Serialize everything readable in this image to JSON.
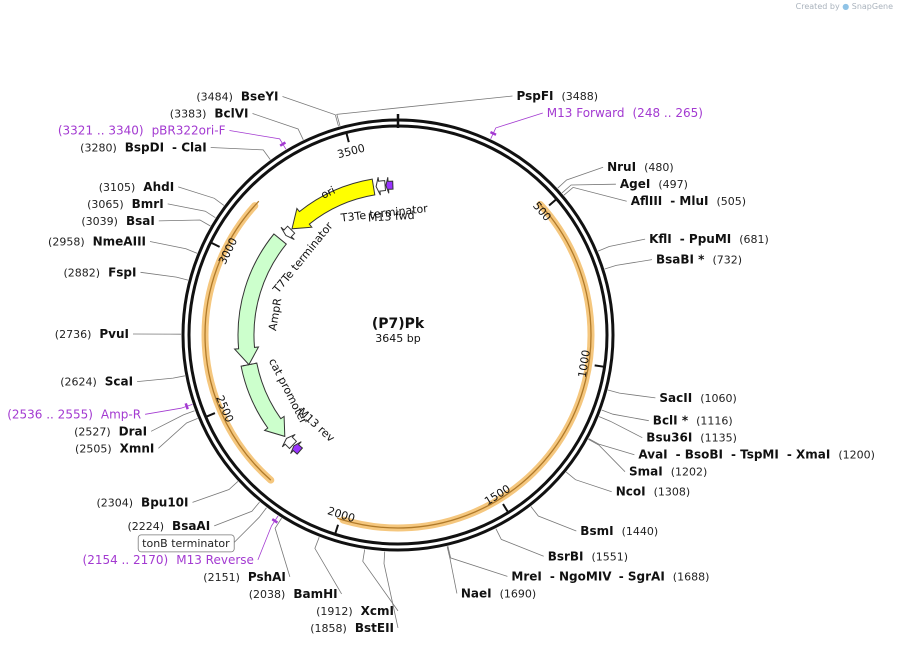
{
  "credit": {
    "prefix": "Created by",
    "brand": "SnapGene"
  },
  "plasmid": {
    "name": "(P7)Pk",
    "length": 3645,
    "size_label": "3645 bp"
  },
  "ticks": [
    {
      "pos": 500,
      "label": "500"
    },
    {
      "pos": 1000,
      "label": "1000"
    },
    {
      "pos": 1500,
      "label": "1500"
    },
    {
      "pos": 2000,
      "label": "2000"
    },
    {
      "pos": 2500,
      "label": "2500"
    },
    {
      "pos": 3000,
      "label": "3000"
    },
    {
      "pos": 3500,
      "label": "3500"
    }
  ],
  "enzymes": [
    {
      "pos": 3484,
      "side": "L",
      "parts": [
        {
          "t": "(3484)",
          "c": "en-pos"
        },
        {
          "t": "BseYI",
          "c": "en-name"
        }
      ]
    },
    {
      "pos": 3488,
      "side": "R",
      "parts": [
        {
          "t": "PspFI",
          "c": "en-name"
        },
        {
          "t": "(3488)",
          "c": "en-pos"
        }
      ]
    },
    {
      "pos": 3383,
      "side": "L",
      "parts": [
        {
          "t": "(3383)",
          "c": "en-pos"
        },
        {
          "t": "BclVI",
          "c": "en-name"
        }
      ]
    },
    {
      "pos": 3280,
      "side": "L",
      "parts": [
        {
          "t": "(3280)",
          "c": "en-pos"
        },
        {
          "t": "BspDI",
          "c": "en-name"
        },
        {
          "t": "- ClaI",
          "c": "en-name"
        }
      ]
    },
    {
      "pos": 480,
      "side": "R",
      "parts": [
        {
          "t": "NruI",
          "c": "en-name"
        },
        {
          "t": "(480)",
          "c": "en-pos"
        }
      ]
    },
    {
      "pos": 497,
      "side": "R",
      "parts": [
        {
          "t": "AgeI",
          "c": "en-name"
        },
        {
          "t": "(497)",
          "c": "en-pos"
        }
      ]
    },
    {
      "pos": 505,
      "side": "R",
      "parts": [
        {
          "t": "AflIII",
          "c": "en-name"
        },
        {
          "t": "- MluI",
          "c": "en-name"
        },
        {
          "t": "(505)",
          "c": "en-pos"
        }
      ]
    },
    {
      "pos": 681,
      "side": "R",
      "parts": [
        {
          "t": "KflI",
          "c": "en-name"
        },
        {
          "t": "- PpuMI",
          "c": "en-name"
        },
        {
          "t": "(681)",
          "c": "en-pos"
        }
      ]
    },
    {
      "pos": 732,
      "side": "R",
      "parts": [
        {
          "t": "BsaBI *",
          "c": "en-name"
        },
        {
          "t": "(732)",
          "c": "en-pos"
        }
      ]
    },
    {
      "pos": 1060,
      "side": "R",
      "parts": [
        {
          "t": "SacII",
          "c": "en-name"
        },
        {
          "t": "(1060)",
          "c": "en-pos"
        }
      ]
    },
    {
      "pos": 1116,
      "side": "R",
      "parts": [
        {
          "t": "BclI *",
          "c": "en-name"
        },
        {
          "t": "(1116)",
          "c": "en-pos"
        }
      ]
    },
    {
      "pos": 1135,
      "side": "R",
      "parts": [
        {
          "t": "Bsu36I",
          "c": "en-name"
        },
        {
          "t": "(1135)",
          "c": "en-pos"
        }
      ]
    },
    {
      "pos": 1200,
      "side": "R",
      "parts": [
        {
          "t": "AvaI",
          "c": "en-name"
        },
        {
          "t": "- BsoBI",
          "c": "en-name"
        },
        {
          "t": "- TspMI",
          "c": "en-name"
        },
        {
          "t": "- XmaI",
          "c": "en-name"
        },
        {
          "t": "(1200)",
          "c": "en-pos"
        }
      ]
    },
    {
      "pos": 1202,
      "side": "R",
      "parts": [
        {
          "t": "SmaI",
          "c": "en-name"
        },
        {
          "t": "(1202)",
          "c": "en-pos"
        }
      ]
    },
    {
      "pos": 1308,
      "side": "R",
      "parts": [
        {
          "t": "NcoI",
          "c": "en-name"
        },
        {
          "t": "(1308)",
          "c": "en-pos"
        }
      ]
    },
    {
      "pos": 1440,
      "side": "R",
      "parts": [
        {
          "t": "BsmI",
          "c": "en-name"
        },
        {
          "t": "(1440)",
          "c": "en-pos"
        }
      ]
    },
    {
      "pos": 1551,
      "side": "R",
      "parts": [
        {
          "t": "BsrBI",
          "c": "en-name"
        },
        {
          "t": "(1551)",
          "c": "en-pos"
        }
      ]
    },
    {
      "pos": 1688,
      "side": "R",
      "parts": [
        {
          "t": "MreI",
          "c": "en-name"
        },
        {
          "t": "- NgoMIV",
          "c": "en-name"
        },
        {
          "t": "- SgrAI",
          "c": "en-name"
        },
        {
          "t": "(1688)",
          "c": "en-pos"
        }
      ]
    },
    {
      "pos": 1690,
      "side": "R",
      "parts": [
        {
          "t": "NaeI",
          "c": "en-name"
        },
        {
          "t": "(1690)",
          "c": "en-pos"
        }
      ]
    },
    {
      "pos": 1858,
      "side": "L",
      "parts": [
        {
          "t": "(1858)",
          "c": "en-pos"
        },
        {
          "t": "BstEII",
          "c": "en-name"
        }
      ]
    },
    {
      "pos": 1912,
      "side": "L",
      "parts": [
        {
          "t": "(1912)",
          "c": "en-pos"
        },
        {
          "t": "XcmI",
          "c": "en-name"
        }
      ]
    },
    {
      "pos": 2038,
      "side": "L",
      "parts": [
        {
          "t": "(2038)",
          "c": "en-pos"
        },
        {
          "t": "BamHI",
          "c": "en-name"
        }
      ]
    },
    {
      "pos": 2151,
      "side": "L",
      "parts": [
        {
          "t": "(2151)",
          "c": "en-pos"
        },
        {
          "t": "PshAI",
          "c": "en-name"
        }
      ]
    },
    {
      "pos": 2224,
      "side": "L",
      "parts": [
        {
          "t": "(2224)",
          "c": "en-pos"
        },
        {
          "t": "BsaAI",
          "c": "en-name"
        }
      ]
    },
    {
      "pos": 2304,
      "side": "L",
      "parts": [
        {
          "t": "(2304)",
          "c": "en-pos"
        },
        {
          "t": "Bpu10I",
          "c": "en-name"
        }
      ]
    },
    {
      "pos": 2505,
      "side": "L",
      "parts": [
        {
          "t": "(2505)",
          "c": "en-pos"
        },
        {
          "t": "XmnI",
          "c": "en-name"
        }
      ]
    },
    {
      "pos": 2527,
      "side": "L",
      "parts": [
        {
          "t": "(2527)",
          "c": "en-pos"
        },
        {
          "t": "DraI",
          "c": "en-name"
        }
      ]
    },
    {
      "pos": 2624,
      "side": "L",
      "parts": [
        {
          "t": "(2624)",
          "c": "en-pos"
        },
        {
          "t": "ScaI",
          "c": "en-name"
        }
      ]
    },
    {
      "pos": 2736,
      "side": "L",
      "parts": [
        {
          "t": "(2736)",
          "c": "en-pos"
        },
        {
          "t": "PvuI",
          "c": "en-name"
        }
      ]
    },
    {
      "pos": 2882,
      "side": "L",
      "parts": [
        {
          "t": "(2882)",
          "c": "en-pos"
        },
        {
          "t": "FspI",
          "c": "en-name"
        }
      ]
    },
    {
      "pos": 2958,
      "side": "L",
      "parts": [
        {
          "t": "(2958)",
          "c": "en-pos"
        },
        {
          "t": "NmeAIII",
          "c": "en-name"
        }
      ]
    },
    {
      "pos": 3039,
      "side": "L",
      "parts": [
        {
          "t": "(3039)",
          "c": "en-pos"
        },
        {
          "t": "BsaI",
          "c": "en-name"
        }
      ]
    },
    {
      "pos": 3065,
      "side": "L",
      "parts": [
        {
          "t": "(3065)",
          "c": "en-pos"
        },
        {
          "t": "BmrI",
          "c": "en-name"
        }
      ]
    },
    {
      "pos": 3105,
      "side": "L",
      "parts": [
        {
          "t": "(3105)",
          "c": "en-pos"
        },
        {
          "t": "AhdI",
          "c": "en-name"
        }
      ]
    }
  ],
  "primer_labels": [
    {
      "pos": 3330,
      "side": "L",
      "parts": [
        {
          "t": "(3321 .. 3340)",
          "c": "primer-lbl"
        },
        {
          "t": "pBR322ori-F",
          "c": "primer-lbl"
        }
      ]
    },
    {
      "pos": 256,
      "side": "R",
      "parts": [
        {
          "t": "M13 Forward",
          "c": "primer-lbl"
        },
        {
          "t": "(248 .. 265)",
          "c": "primer-lbl"
        }
      ]
    },
    {
      "pos": 2545,
      "side": "L",
      "parts": [
        {
          "t": "(2536 .. 2555)",
          "c": "primer-lbl"
        },
        {
          "t": "Amp-R",
          "c": "primer-lbl"
        }
      ]
    },
    {
      "pos": 2162,
      "side": "L",
      "parts": [
        {
          "t": "(2154 .. 2170)",
          "c": "primer-lbl"
        },
        {
          "t": "M13 Reverse",
          "c": "primer-lbl"
        }
      ]
    }
  ],
  "boxed_feature": {
    "pos": 2200,
    "label": "tonB terminator"
  },
  "highlight_arcs": [
    {
      "start": 480,
      "end": 1990,
      "color": "#f5c77e"
    },
    {
      "start": 2240,
      "end": 3160,
      "color": "#f5c77e"
    }
  ],
  "features": [
    {
      "name": "ori",
      "label": "ori",
      "start": 3190,
      "end": 3550,
      "dir": "ccw",
      "color": "#ffff00",
      "r": 150,
      "w": 16
    },
    {
      "name": "ampr",
      "label": "AmpR",
      "start": 2620,
      "end": 3130,
      "dir": "ccw",
      "color": "#ccffcc",
      "r": 152,
      "w": 16
    },
    {
      "name": "cat-promoter",
      "label": "cat promoter",
      "start": 2310,
      "end": 2620,
      "dir": "ccw",
      "color": "#ccffcc",
      "r": 152,
      "w": 16
    },
    {
      "name": "t3te-terminator",
      "label": "T3Te terminator",
      "start": 3560,
      "end": 3595,
      "dir": "ccw",
      "color": "#ffffff",
      "r": 150,
      "w": 10
    },
    {
      "name": "t7te-terminator",
      "label": "T7Te terminator",
      "start": 3155,
      "end": 3185,
      "dir": "ccw",
      "color": "#ffffff",
      "r": 150,
      "w": 10
    },
    {
      "name": "m13-fwd",
      "label": "M13 fwd",
      "start": 3598,
      "end": 3625,
      "dir": "ccw",
      "color": "#9933ff",
      "r": 150,
      "w": 8
    },
    {
      "name": "m13-rev",
      "label": "M13 rev",
      "start": 2230,
      "end": 2260,
      "dir": "cw",
      "color": "#9933ff",
      "r": 152,
      "w": 8
    },
    {
      "name": "lac-op",
      "label": "",
      "start": 2265,
      "end": 2300,
      "dir": "cw",
      "color": "#ffffff",
      "r": 152,
      "w": 10
    }
  ],
  "feature_labels": [
    {
      "text": "ori",
      "pos": 3380,
      "r": 158
    },
    {
      "text": "T3Te terminator",
      "pos": 3580,
      "r": 122
    },
    {
      "text": "M13 fwd",
      "pos": 3612,
      "r": 118
    },
    {
      "text": "T7Te terminator",
      "pos": 3130,
      "r": 122
    },
    {
      "text": "AmpR",
      "pos": 2830,
      "r": 124
    },
    {
      "text": "cat promoter",
      "pos": 2460,
      "r": 124
    },
    {
      "text": "M13 rev",
      "pos": 2250,
      "r": 122
    }
  ]
}
